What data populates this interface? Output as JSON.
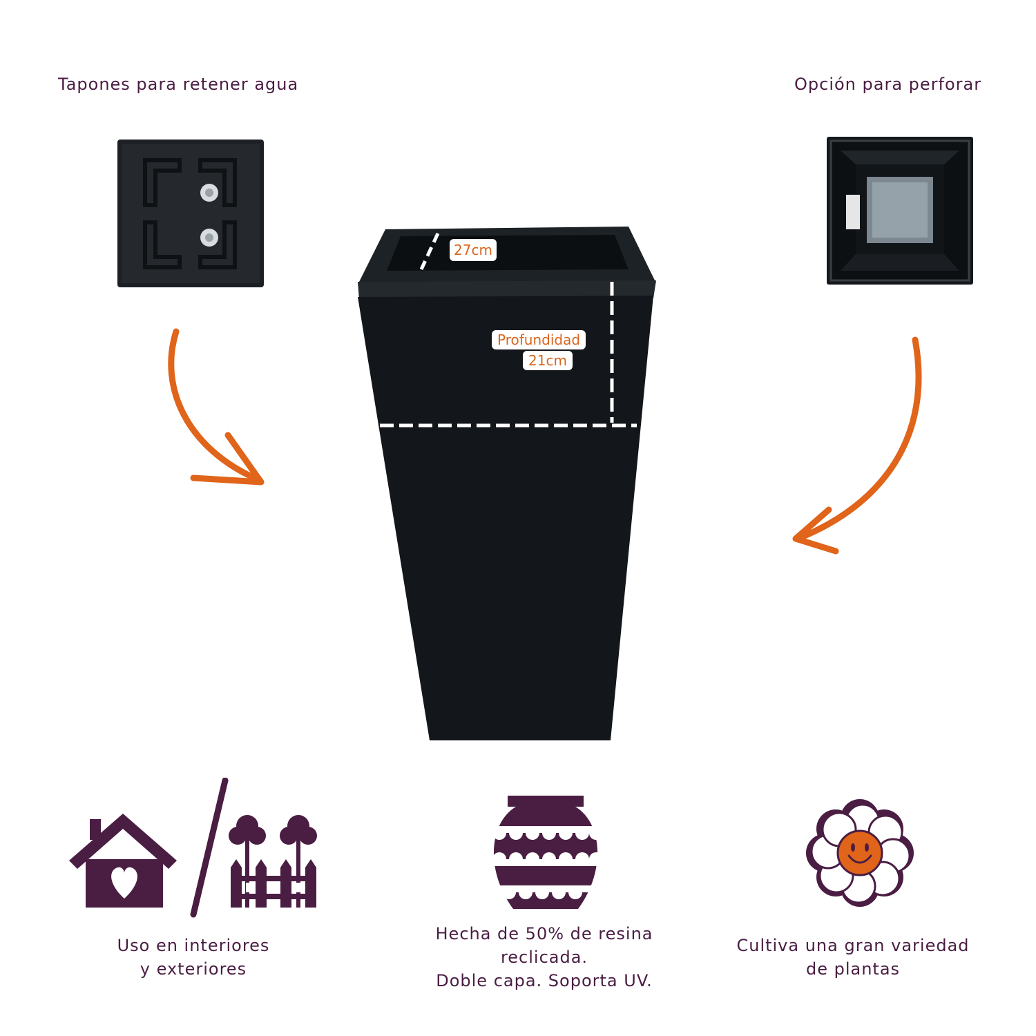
{
  "top_left": {
    "label": "Tapones para retener agua"
  },
  "top_right": {
    "label": "Opción para perforar"
  },
  "pot": {
    "width_label": "27cm",
    "depth_label_line1": "Profundidad",
    "depth_label_line2": "21cm"
  },
  "features": [
    {
      "icon": "house-garden-icon",
      "lines": [
        "Uso en interiores",
        "y exteriores"
      ]
    },
    {
      "icon": "vase-icon",
      "lines": [
        "Hecha de 50% de resina",
        "reclicada.",
        "Doble capa. Soporta UV."
      ]
    },
    {
      "icon": "smiley-flower-icon",
      "lines": [
        "Cultiva una gran variedad",
        "de plantas"
      ]
    }
  ],
  "colors": {
    "text": "#4a1d43",
    "accent_orange": "#e0641a",
    "pot": "#12161a",
    "icon_purple": "#4a1d43"
  }
}
